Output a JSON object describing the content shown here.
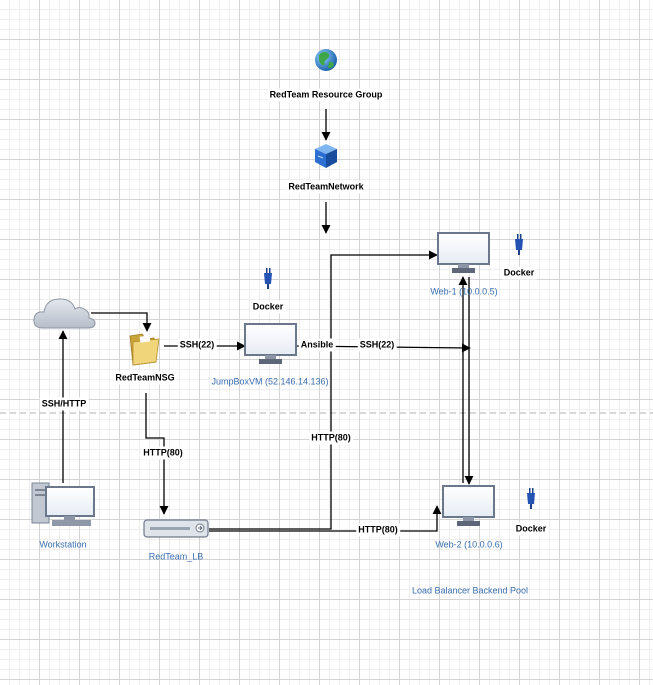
{
  "nodes": {
    "resource_group": "RedTeam Resource Group",
    "network": "RedTeamNetwork",
    "docker_jump": "Docker",
    "docker_web1": "Docker",
    "docker_web2": "Docker",
    "web1": "Web-1 (10.0.0.5)",
    "jumpbox": "JumpBoxVM (52.146.14.136)",
    "nsg": "RedTeamNSG",
    "workstation": "Workstation",
    "lb": "RedTeam_LB",
    "web2": "Web-2 (10.0.0.6)",
    "backend_pool": "Load Balancer Backend Pool"
  },
  "edges": {
    "ssh_http": "SSH/HTTP",
    "ssh22_nsg": "SSH(22)",
    "ansible": "Ansible",
    "ssh22_web": "SSH(22)",
    "http80_nsg": "HTTP(80)",
    "http80_jump": "HTTP(80)",
    "http80_lb": "HTTP(80)"
  },
  "colors": {
    "node_label_blue": "#3a6fb0",
    "globe": "#2e8b3d",
    "network_cube": "#2a6fd1",
    "folder": "#e8c45a"
  }
}
